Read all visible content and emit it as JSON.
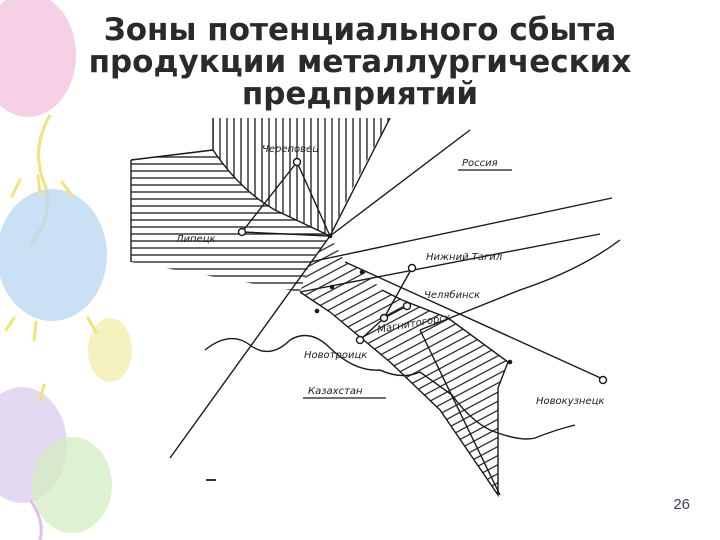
{
  "slide": {
    "title": "Зоны потенциального сбыта\nпродукции металлургических\nпредприятий",
    "page_number": "26"
  },
  "map": {
    "labels": {
      "cherepovets": "Череповец",
      "russia": "Россия",
      "lipetsk": "Липецк",
      "nizhny_tagil": "Нижний Тагил",
      "chelyabinsk": "Челябинск",
      "magnitogorsk": "Магнитогорск",
      "novotroitsk": "Новотроицк",
      "kazakhstan": "Казахстан",
      "novokuznetsk": "Новокузнецк"
    }
  },
  "colors": {
    "background": "#ffffff",
    "line": "#1a1a1a",
    "title": "#2a2a2a",
    "balloon_pink": "#f4c6de",
    "balloon_blue": "#bcd8f2",
    "balloon_yellow": "#f3efb0",
    "balloon_purple": "#ddd0f0",
    "balloon_green": "#d3ecc0"
  }
}
